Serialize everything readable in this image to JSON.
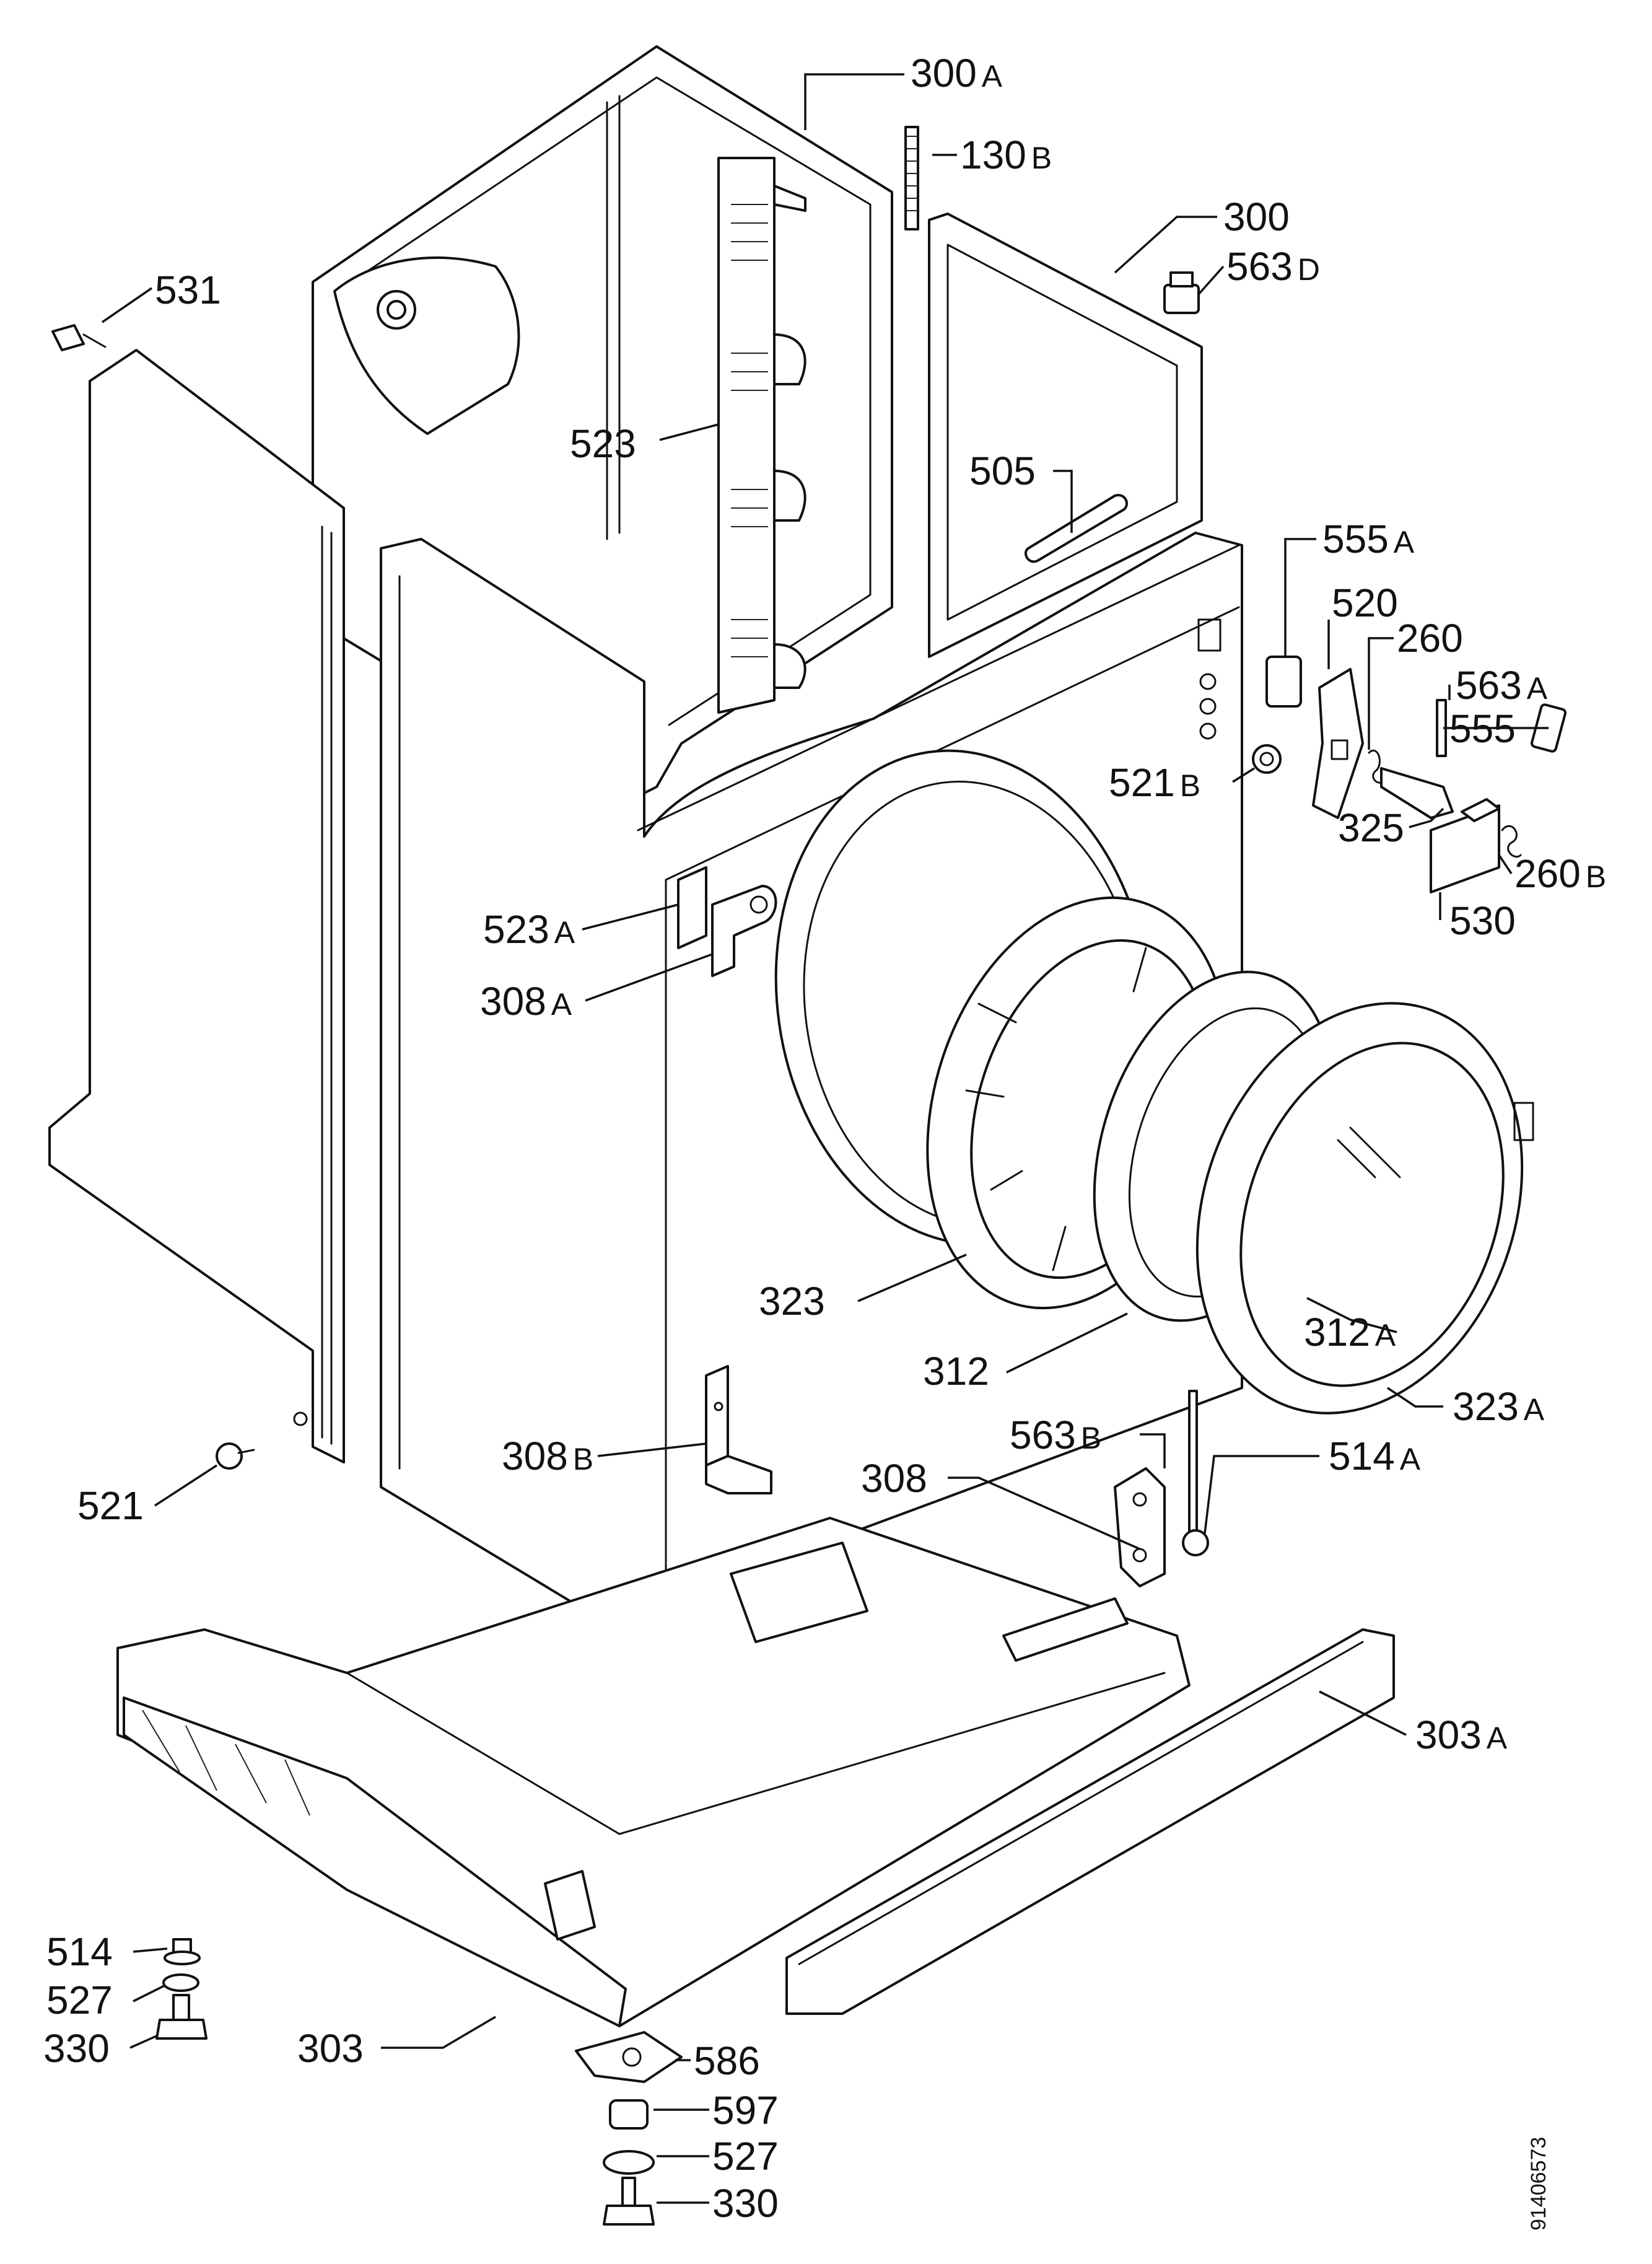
{
  "labels": {
    "p300A": {
      "num": "300",
      "suf": "A"
    },
    "p130B": {
      "num": "130",
      "suf": "B"
    },
    "p300": {
      "num": "300",
      "suf": ""
    },
    "p563D": {
      "num": "563",
      "suf": "D"
    },
    "p531": {
      "num": "531",
      "suf": ""
    },
    "p523": {
      "num": "523",
      "suf": ""
    },
    "p505": {
      "num": "505",
      "suf": ""
    },
    "p555A": {
      "num": "555",
      "suf": "A"
    },
    "p520": {
      "num": "520",
      "suf": ""
    },
    "p260": {
      "num": "260",
      "suf": ""
    },
    "p563A": {
      "num": "563",
      "suf": "A"
    },
    "p555": {
      "num": "555",
      "suf": ""
    },
    "p521B": {
      "num": "521",
      "suf": "B"
    },
    "p325": {
      "num": "325",
      "suf": ""
    },
    "p260B": {
      "num": "260",
      "suf": "B"
    },
    "p530": {
      "num": "530",
      "suf": ""
    },
    "p523A": {
      "num": "523",
      "suf": "A"
    },
    "p308A": {
      "num": "308",
      "suf": "A"
    },
    "p323": {
      "num": "323",
      "suf": ""
    },
    "p312A": {
      "num": "312",
      "suf": "A"
    },
    "p312": {
      "num": "312",
      "suf": ""
    },
    "p323A": {
      "num": "323",
      "suf": "A"
    },
    "p308B": {
      "num": "308",
      "suf": "B"
    },
    "p563B": {
      "num": "563",
      "suf": "B"
    },
    "p308": {
      "num": "308",
      "suf": ""
    },
    "p514A": {
      "num": "514",
      "suf": "A"
    },
    "p521": {
      "num": "521",
      "suf": ""
    },
    "p303A": {
      "num": "303",
      "suf": "A"
    },
    "p514": {
      "num": "514",
      "suf": ""
    },
    "p527L": {
      "num": "527",
      "suf": ""
    },
    "p330L": {
      "num": "330",
      "suf": ""
    },
    "p303": {
      "num": "303",
      "suf": ""
    },
    "p586": {
      "num": "586",
      "suf": ""
    },
    "p597": {
      "num": "597",
      "suf": ""
    },
    "p527B": {
      "num": "527",
      "suf": ""
    },
    "p330B": {
      "num": "330",
      "suf": ""
    }
  },
  "document_number": "91406573"
}
